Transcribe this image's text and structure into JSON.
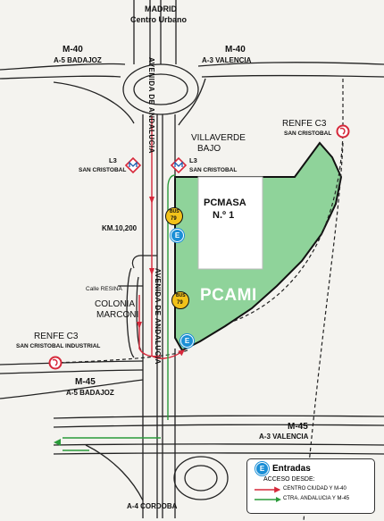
{
  "title": {
    "line1": "MADRID",
    "line2": "Centro Urbano"
  },
  "roads": {
    "m40_left": {
      "name": "M-40",
      "sub": "A-5 BADAJOZ"
    },
    "m40_right": {
      "name": "M-40",
      "sub": "A-3 VALENCIA"
    },
    "m45_left": {
      "name": "M-45",
      "sub": "A-5 BADAJOZ"
    },
    "m45_right": {
      "name": "M-45",
      "sub": "A-3 VALENCIA"
    },
    "a4": "A-4 CORDOBA",
    "avenida_top": "AVENIDA DE ANDALUCIA",
    "avenida_bottom": "AVENIDA DE ANDALUCIA",
    "km": "KM.10,200",
    "calle": "Calle RESINA"
  },
  "places": {
    "villaverde": [
      "VILLAVERDE",
      "BAJO"
    ],
    "colonia": [
      "COLONIA",
      "MARCONI"
    ],
    "pcmasa": [
      "PCMASA",
      "N.º 1"
    ],
    "pcami": "PCAMI"
  },
  "stations": {
    "l3_left": {
      "line": "L3",
      "name": "SAN CRISTOBAL"
    },
    "l3_right": {
      "line": "L3",
      "name": "SAN CRISTOBAL"
    },
    "renfe_top": {
      "name": "RENFE C3",
      "sub": "SAN CRISTOBAL"
    },
    "renfe_left": {
      "name": "RENFE C3",
      "sub": "SAN CRISTOBAL INDUSTRIAL"
    }
  },
  "bus": {
    "label": "BUS",
    "number": "79"
  },
  "entrance_letter": "E",
  "legend": {
    "title": "Entradas",
    "subtitle": "ACCESO DESDE:",
    "items": [
      {
        "label": "CENTRO CIUDAD Y M-40",
        "color": "#d6283a"
      },
      {
        "label": "CTRA. ANDALUCIA Y M-45",
        "color": "#2a9a3a"
      }
    ]
  },
  "colors": {
    "zone": "#8fd39a",
    "road_outline": "#1a1a1a",
    "red_route": "#d6283a",
    "green_route": "#2a9a3a",
    "badge": "#1b8fd6",
    "bus": "#f2c21a"
  }
}
